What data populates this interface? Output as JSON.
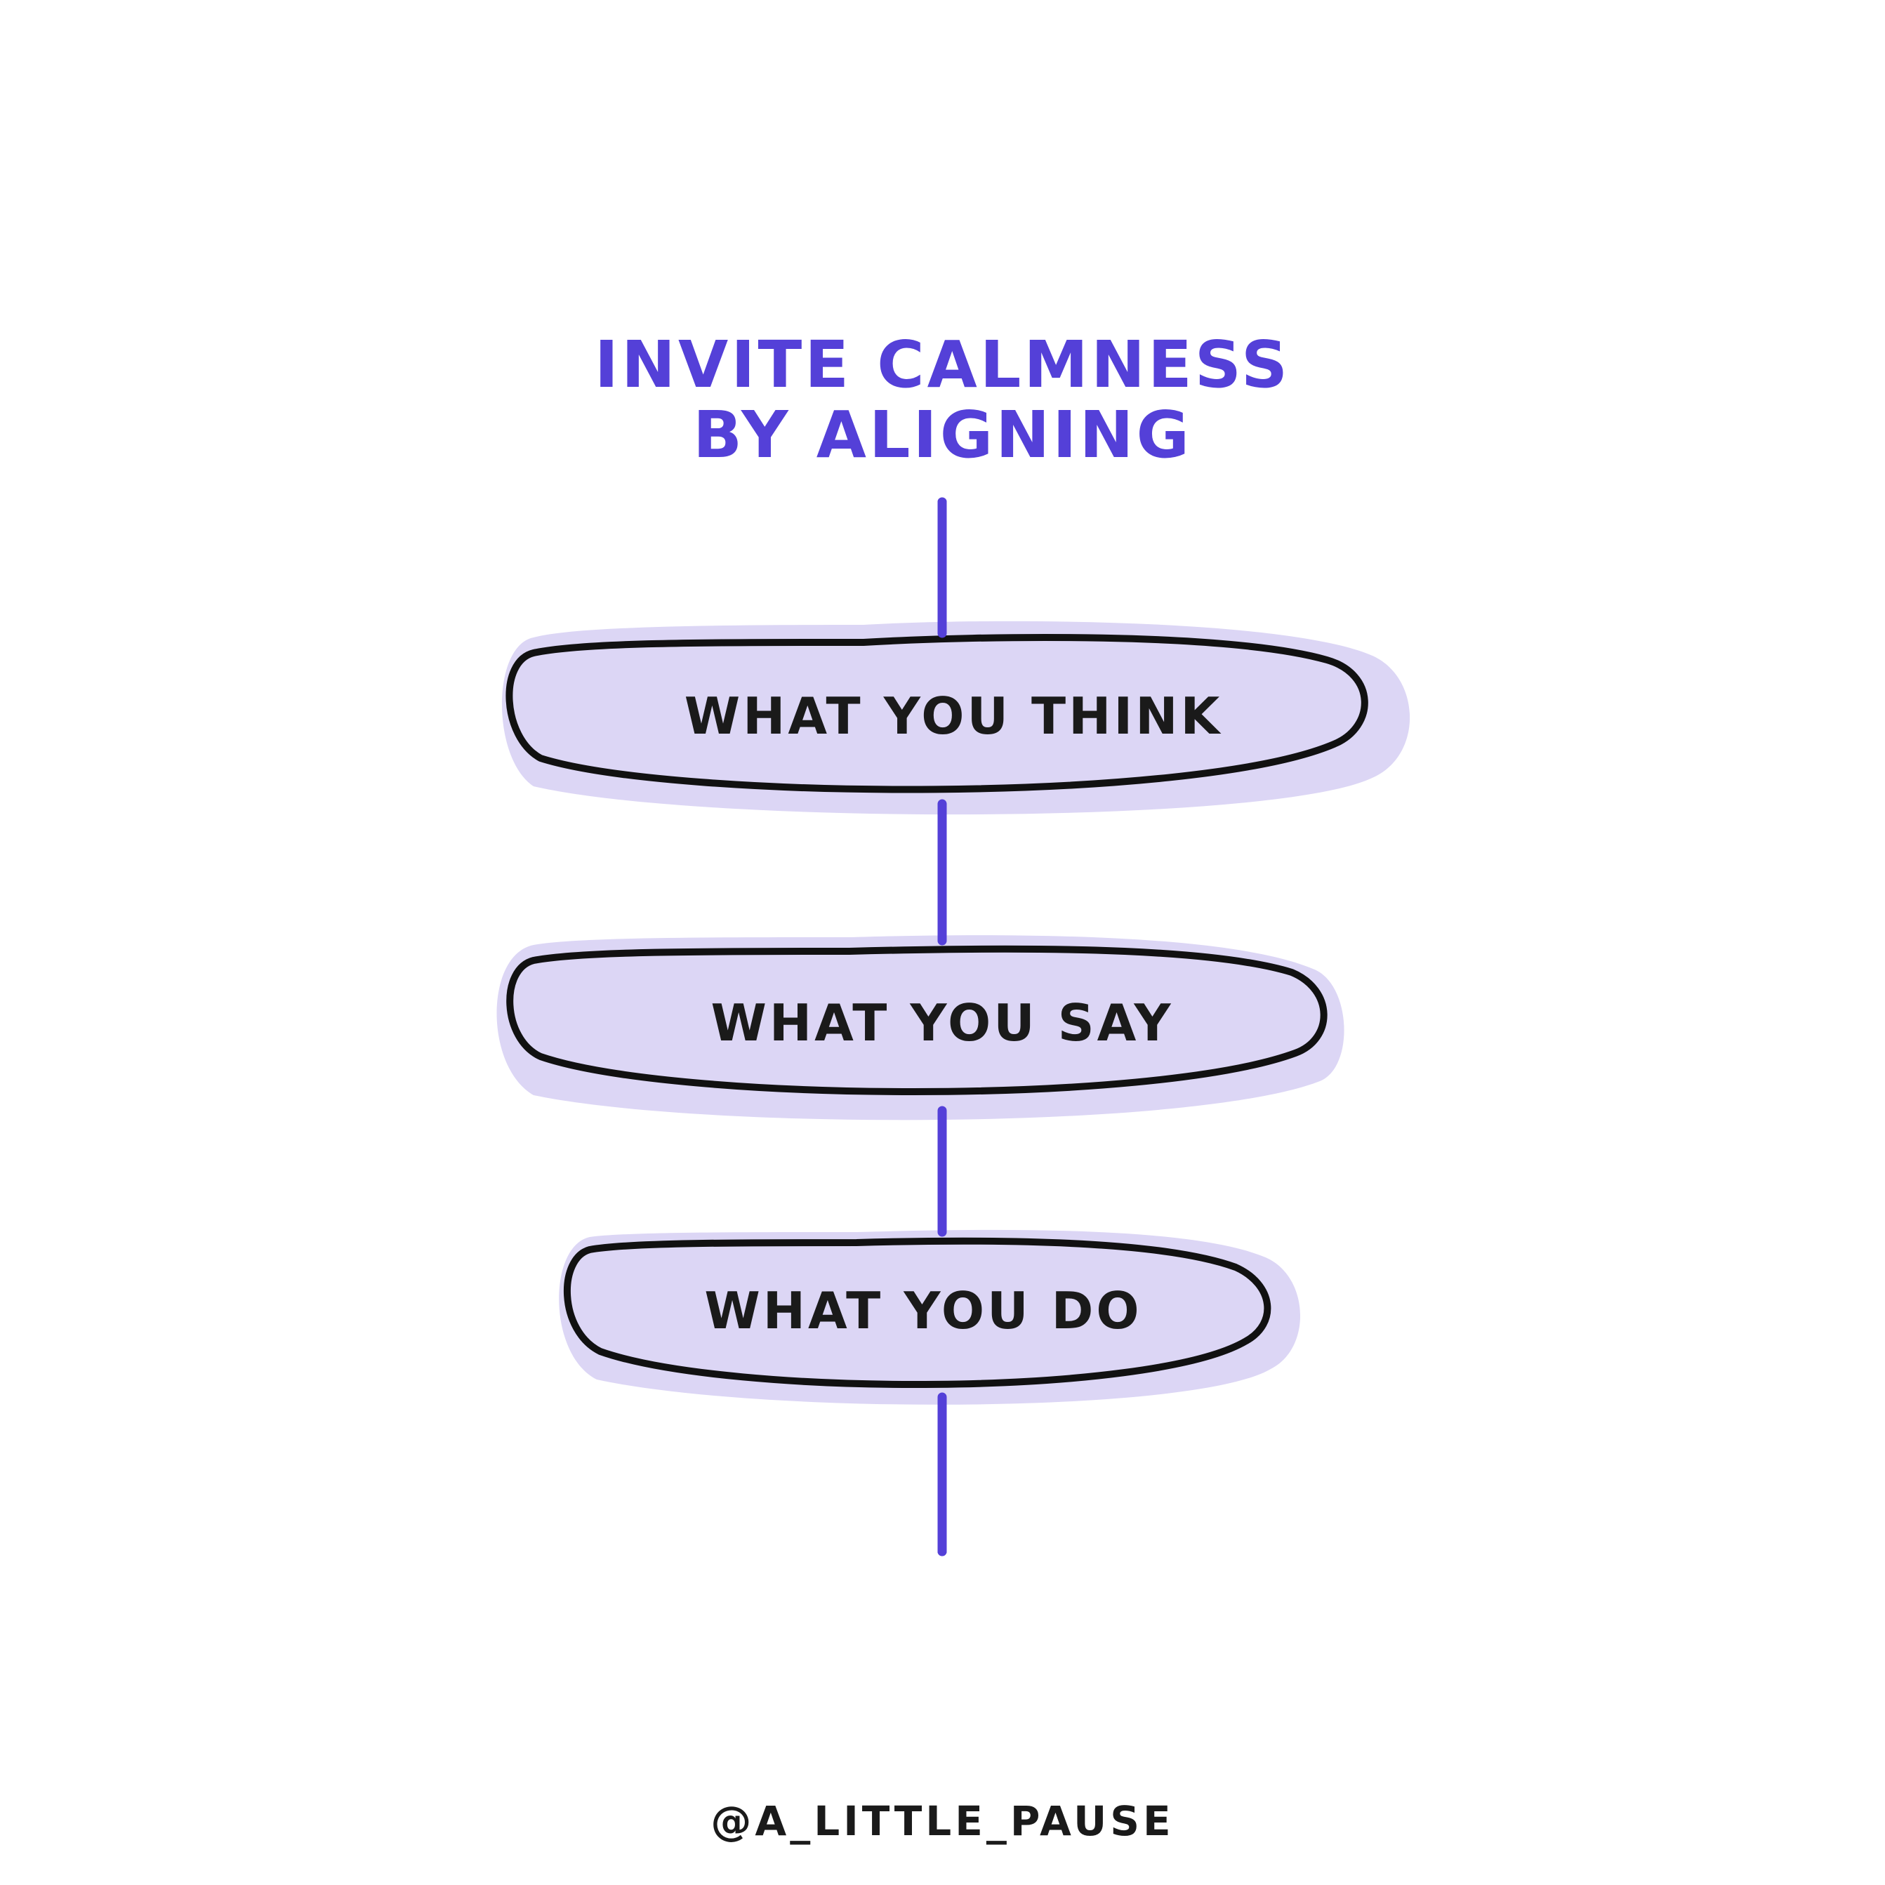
{
  "title": {
    "line1": "INVITE CALMNESS",
    "line2": "BY ALIGNING"
  },
  "steps": [
    {
      "label": "WHAT YOU THINK"
    },
    {
      "label": "WHAT YOU SAY"
    },
    {
      "label": "WHAT YOU DO"
    }
  ],
  "handle": "@A_LITTLE_PAUSE",
  "colors": {
    "accent": "#5440d8",
    "pill_fill": "#dcd6f5",
    "outline": "#111111",
    "text": "#1a1a1a",
    "background": "#ffffff"
  }
}
